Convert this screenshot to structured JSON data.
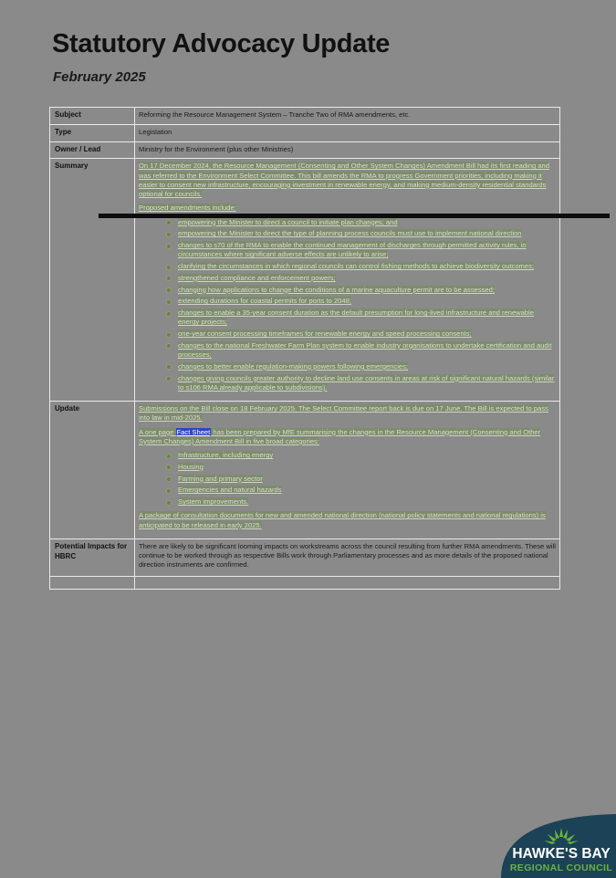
{
  "document": {
    "title": "Statutory Advocacy Update",
    "subtitle": "February 2025"
  },
  "table": {
    "labels": {
      "subject": "Subject",
      "type": "Type",
      "owner": "Owner / Lead",
      "summary": "Summary",
      "update": "Update",
      "impacts": "Potential Impacts for HBRC"
    },
    "subject": "Reforming the Resource Management System – Tranche Two of RMA amendments, etc.",
    "type": "Legislation",
    "owner": "Ministry for the Environment (plus other Ministries)",
    "summary": {
      "intro": "On 17 December 2024, the Resource Management (Consenting and Other System Changes) Amendment Bill had its first reading and was referred to the Environment Select Committee.  This bill amends the RMA to progress Government priorities, including making it easier to consent new infrastructure, encouraging investment in renewable energy, and making medium-density residential standards optional for councils.",
      "lead_in": "Proposed amendments include:",
      "bullets": [
        "empowering the Minister to direct a council to initiate plan changes; and",
        "empowering the Minister to direct the type of planning process councils must use to implement national direction",
        "changes to s70 of the RMA to enable the continued management of discharges through permitted activity rules, in circumstances where significant adverse effects are unlikely to arise;",
        "clarifying the circumstances in which regional councils can control fishing methods to achieve biodiversity outcomes;",
        "strengthened compliance and enforcement powers;",
        "changing how applications to change the conditions of a marine aquaculture permit are to be assessed;",
        "extending durations for coastal permits for ports to 2048;",
        "changes to enable a 35-year consent duration as the default presumption for long-lived infrastructure and renewable energy projects;",
        "one-year consent processing timeframes for renewable energy and speed processing consents;",
        "changes to the national Freshwater Farm Plan system to enable industry organisations to undertake certification and audit processes;",
        "changes to better enable regulation-making powers following emergencies;",
        "changes giving councils greater authority to decline land use consents in areas at risk of significant natural hazards (similar to s106 RMA already applicable to subdivisions)."
      ]
    },
    "update": {
      "para1": "Submissions on the Bill close on 18 February 2025. The Select Committee report back is due on 17 June. The Bill is expected to pass into law in mid-2025.",
      "para2_before": "A one page ",
      "para2_link": "Fact Sheet",
      "para2_after": " has been prepared by MfE summarising the changes in the Resource Management (Consenting and Other System Changes) Amendment Bill in five broad categories:",
      "bullets": [
        "Infrastructure, including energy",
        "Housing",
        "Farming and primary sector",
        "Emergencies and natural hazards",
        "System improvements."
      ],
      "para3": "A package of consultation documents for new and amended national direction (national policy statements and national regulations) is anticipated to be released in early 2025."
    },
    "impacts": "There are likely to be significant looming impacts on workstreams across the council resulting from further RMA amendments. These will  continue to be worked through as respective Bills work through Parliamentary processes and as more details of the proposed national direction instruments are confirmed."
  },
  "logo": {
    "line1": "HAWKE'S BAY",
    "line2": "REGIONAL COUNCIL",
    "navy": "#1b4256",
    "green": "#6cb33f"
  },
  "colors": {
    "page_background": "#8a8a8a",
    "highlight_green": "#7d8c6a",
    "link_blue": "#2c46c8",
    "table_border": "#e9e9e9",
    "outer_border": "#0d0d0d"
  }
}
